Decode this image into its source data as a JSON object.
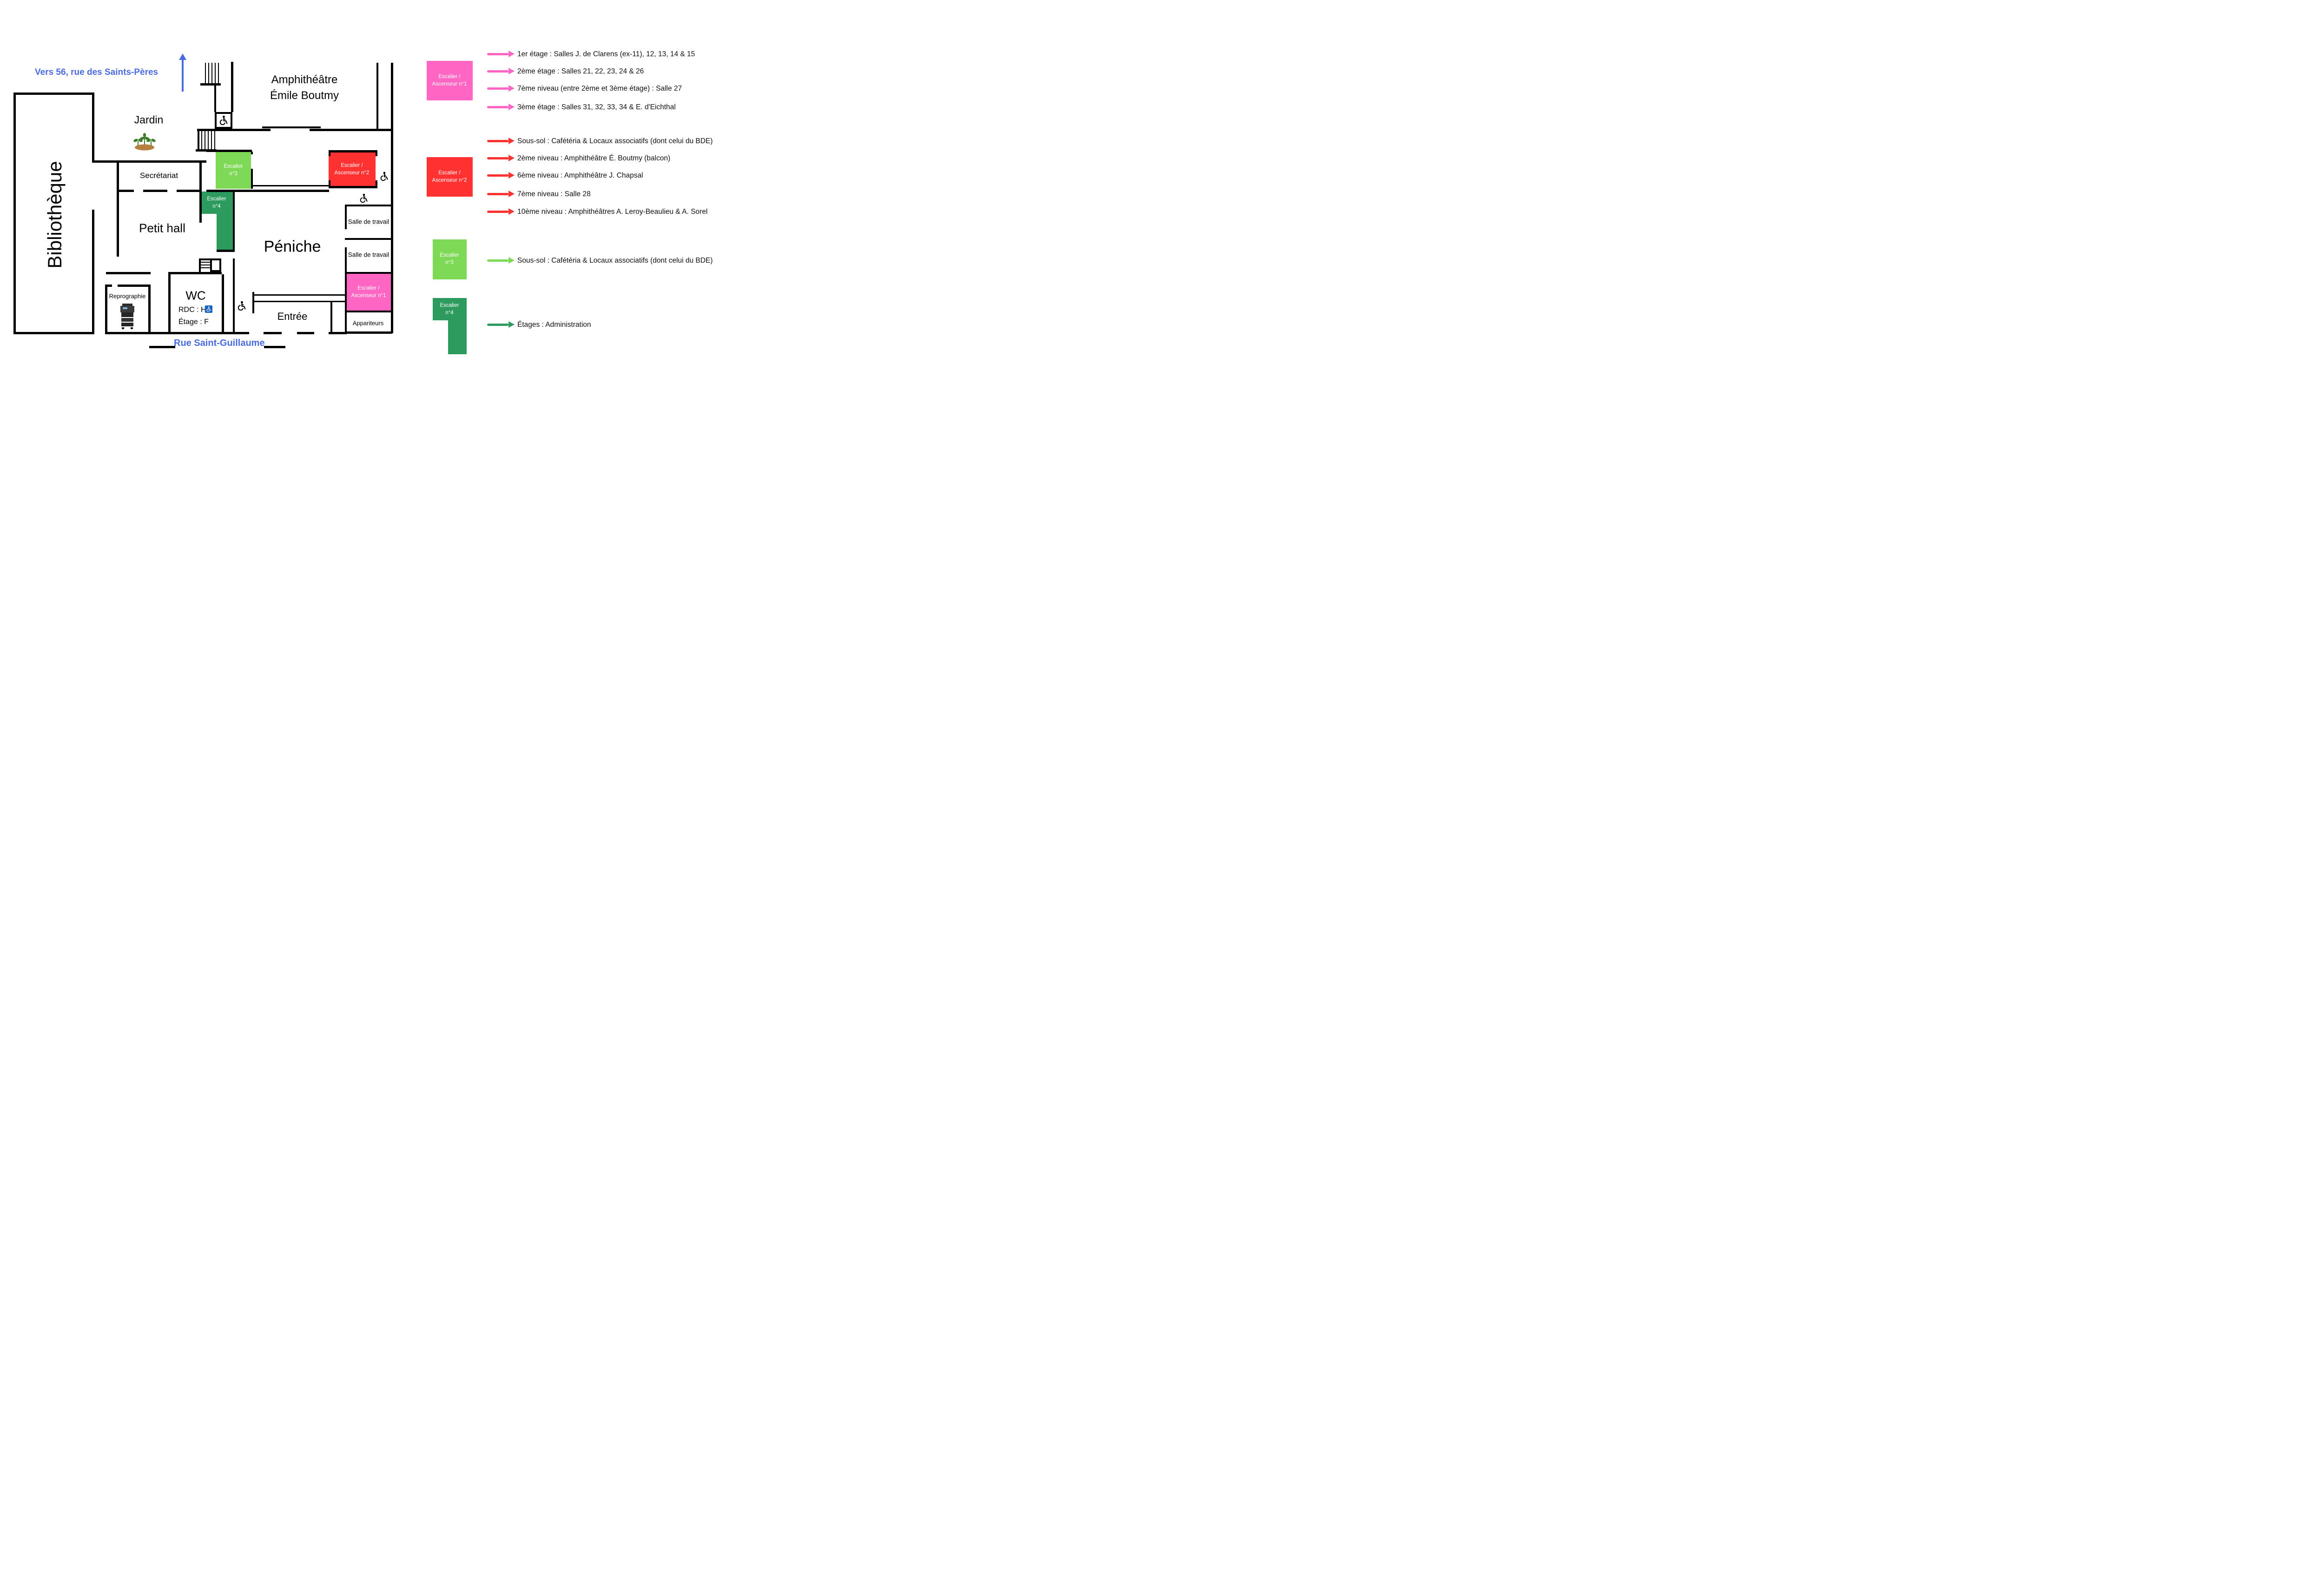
{
  "palette": {
    "pink": "#ff66c4",
    "red": "#ff3131",
    "green_light": "#7ed957",
    "green_dark": "#2e9b5e",
    "street_blue": "#4a6be0",
    "accessibility_sign_blue": "#1565c0"
  },
  "plan": {
    "streets": {
      "top": "Vers 56, rue des Saints-Pères",
      "bottom": "Rue Saint-Guillaume"
    },
    "rooms": {
      "bibliotheque": "Bibliothèque",
      "jardin": "Jardin",
      "amphi_line1": "Amphithéâtre",
      "amphi_line2": "Émile Boutmy",
      "secretariat": "Secrétariat",
      "petit_hall": "Petit hall",
      "peniche": "Péniche",
      "entree": "Entrée",
      "reprographie": "Reprographie",
      "salle_de_travail": "Salle de travail",
      "appariteurs": "Appariteurs"
    },
    "wc": {
      "title": "WC",
      "line1": "RDC : H/",
      "line2": "Étage : F"
    },
    "stair_boxes": {
      "n1": {
        "line1": "Escalier /",
        "line2": "Ascenseur n°1"
      },
      "n2": {
        "line1": "Escalier /",
        "line2": "Ascenseur n°2"
      },
      "n3": {
        "line1": "Escalier",
        "line2": "n°3"
      },
      "n4": {
        "line1": "Escalier",
        "line2": "n°4"
      }
    },
    "icons": {
      "wheelchair": "wheelchair-icon",
      "accessible_wc_sign": "accessible-wc-sign-icon",
      "plant": "plant-icon",
      "printer": "printer-icon",
      "up_arrow": "up-arrow-icon"
    }
  },
  "legend": {
    "n1": {
      "box_line1": "Escalier /",
      "box_line2": "Ascenseur n°1",
      "color": "#ff66c4",
      "items": [
        "1er étage : Salles J. de Clarens (ex-11), 12, 13, 14 & 15",
        "2ème étage : Salles 21, 22, 23, 24 & 26",
        "7ème niveau (entre 2ème et 3ème étage) : Salle 27",
        "3ème étage : Salles 31, 32, 33, 34 & E. d'Eichthal"
      ]
    },
    "n2": {
      "box_line1": "Escalier /",
      "box_line2": "Ascenseur n°2",
      "color": "#ff3131",
      "items": [
        "Sous-sol : Cafétéria & Locaux associatifs (dont celui du BDE)",
        "2ème niveau : Amphithéâtre É. Boutmy (balcon)",
        "6ème niveau : Amphithéâtre J. Chapsal",
        "7ème niveau : Salle 28",
        "10ème niveau : Amphithéâtres A. Leroy-Beaulieu & A. Sorel"
      ]
    },
    "n3": {
      "box_line1": "Escalier",
      "box_line2": "n°3",
      "color": "#7ed957",
      "items": [
        "Sous-sol : Cafétéria & Locaux associatifs (dont celui du BDE)"
      ]
    },
    "n4": {
      "box_line1": "Escalier",
      "box_line2": "n°4",
      "color": "#2e9b5e",
      "items": [
        "Étages : Administration"
      ]
    }
  }
}
